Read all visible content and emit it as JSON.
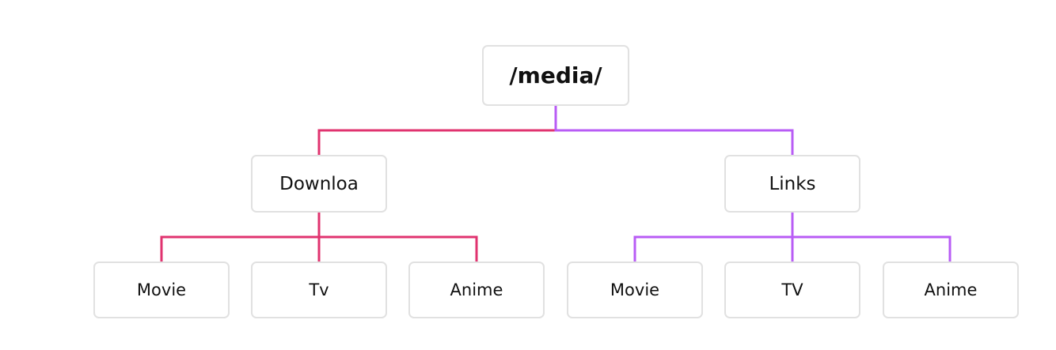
{
  "tree": {
    "root": {
      "label": "/media/"
    },
    "branches": [
      {
        "label": "Downloa",
        "color": "#e0336f",
        "children": [
          "Movie",
          "Tv",
          "Anime"
        ]
      },
      {
        "label": "Links",
        "color": "#b85cf5",
        "children": [
          "Movie",
          "TV",
          "Anime"
        ]
      }
    ]
  }
}
